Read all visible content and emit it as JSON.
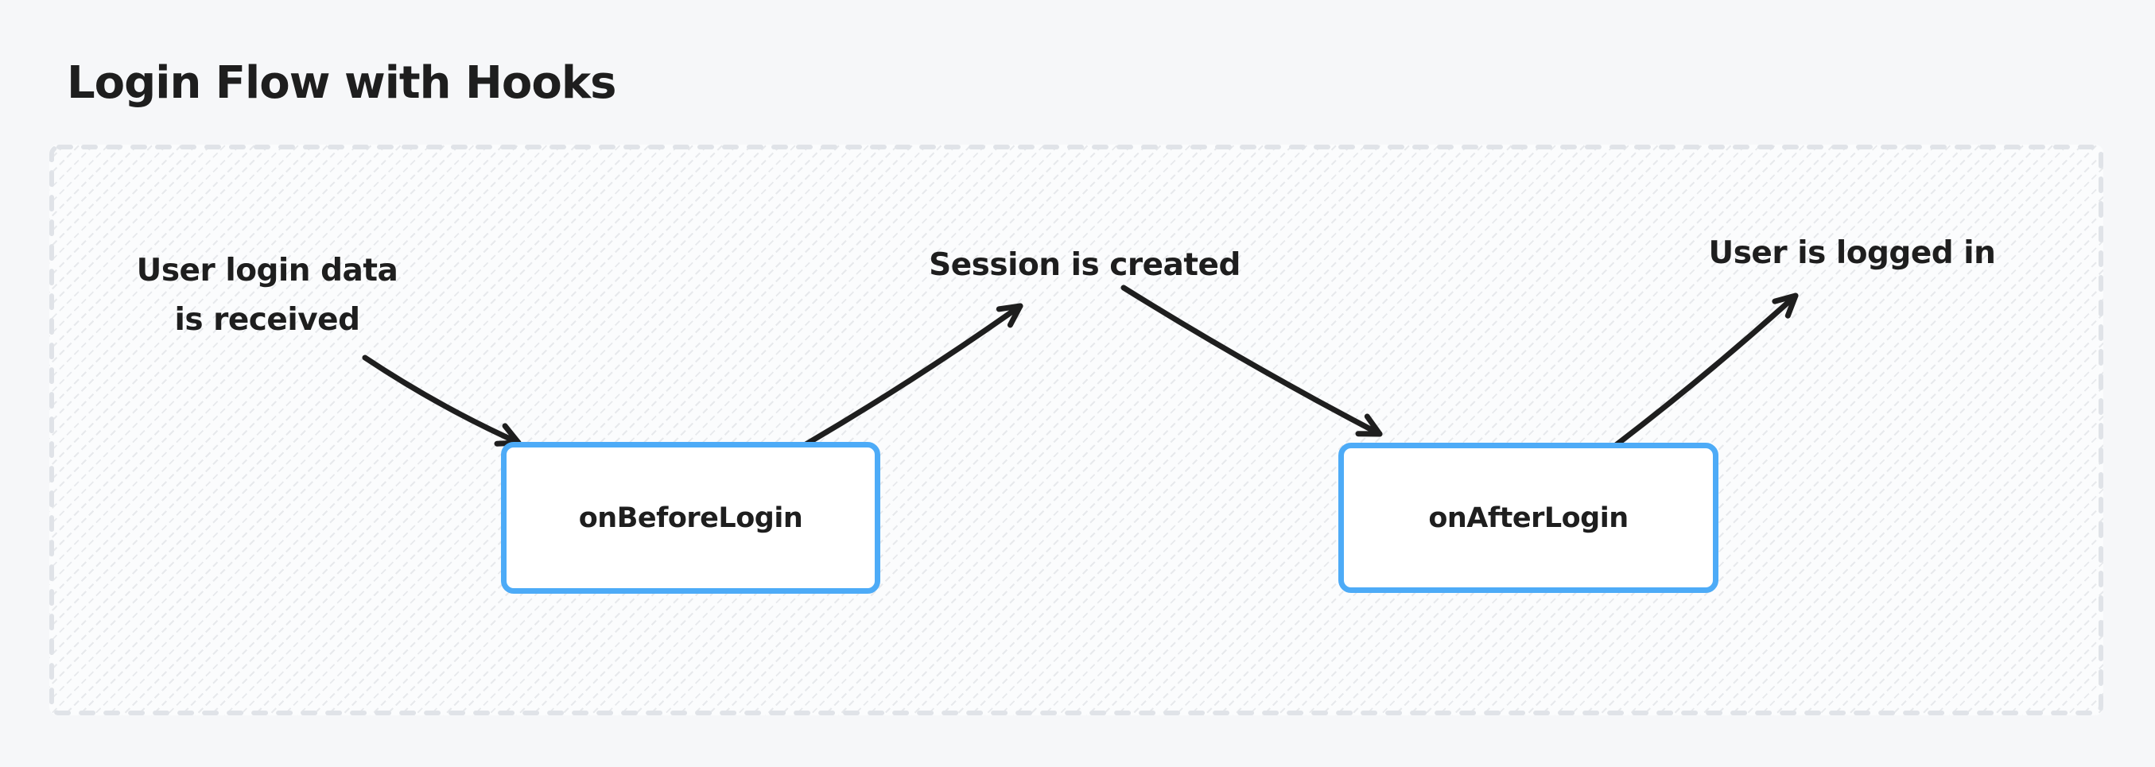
{
  "page": {
    "title": "Login Flow with Hooks"
  },
  "colors": {
    "page_background": "#f6f7f9",
    "canvas_background": "#fbfcfd",
    "hatch_stroke": "#e9ebef",
    "dashed_border": "#e0e3e8",
    "node_border_blue": "#4dabf7",
    "node_fill": "#ffffff",
    "ink": "#1e1e1e"
  },
  "diagram": {
    "hooks": [
      {
        "id": "onBeforeLogin",
        "label": "onBeforeLogin"
      },
      {
        "id": "onAfterLogin",
        "label": "onAfterLogin"
      }
    ],
    "annotations": [
      {
        "id": "user-login-data",
        "text": "User login data\nis received"
      },
      {
        "id": "session-created",
        "text": "Session is created"
      },
      {
        "id": "user-logged-in",
        "text": "User is logged in"
      }
    ],
    "edges": [
      {
        "from": "user-login-data",
        "to": "onBeforeLogin"
      },
      {
        "from": "onBeforeLogin",
        "to": "session-created"
      },
      {
        "from": "session-created",
        "to": "onAfterLogin"
      },
      {
        "from": "onAfterLogin",
        "to": "user-logged-in"
      }
    ]
  }
}
